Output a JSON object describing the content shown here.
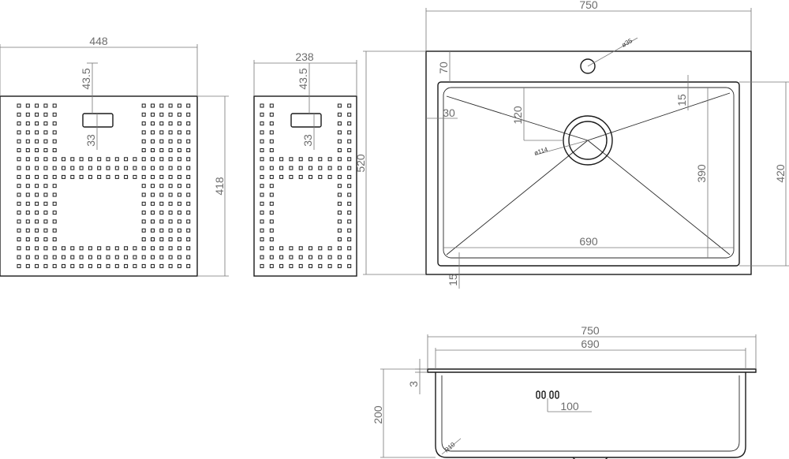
{
  "colors": {
    "line": "#1a1a1a",
    "dimension": "#777777",
    "text": "#6d6d6d",
    "background": "#ffffff"
  },
  "grid_large": {
    "width_label": "448",
    "height_label": "418",
    "offset_label": "43.5",
    "slot_label": "33"
  },
  "grid_small": {
    "width_label": "238",
    "offset_label": "43.5",
    "slot_label": "33"
  },
  "plan_view": {
    "overall_width_label": "750",
    "overall_height_label": "520",
    "tap_offset_label": "70",
    "tap_hole_label": "ø35",
    "side_offset_label": "30",
    "drain_offset_label": "120",
    "drain_label": "ø114",
    "corner_label": "15",
    "bowl_height_label": "390",
    "bowl_width_label": "690",
    "bottom_offset_label": "15",
    "outer_height_label": "420"
  },
  "section_view": {
    "overall_width_label": "750",
    "bowl_width_label": "690",
    "rim_thickness_label": "3",
    "depth_label": "200",
    "overflow_label": "100",
    "radius_label": "R10"
  }
}
